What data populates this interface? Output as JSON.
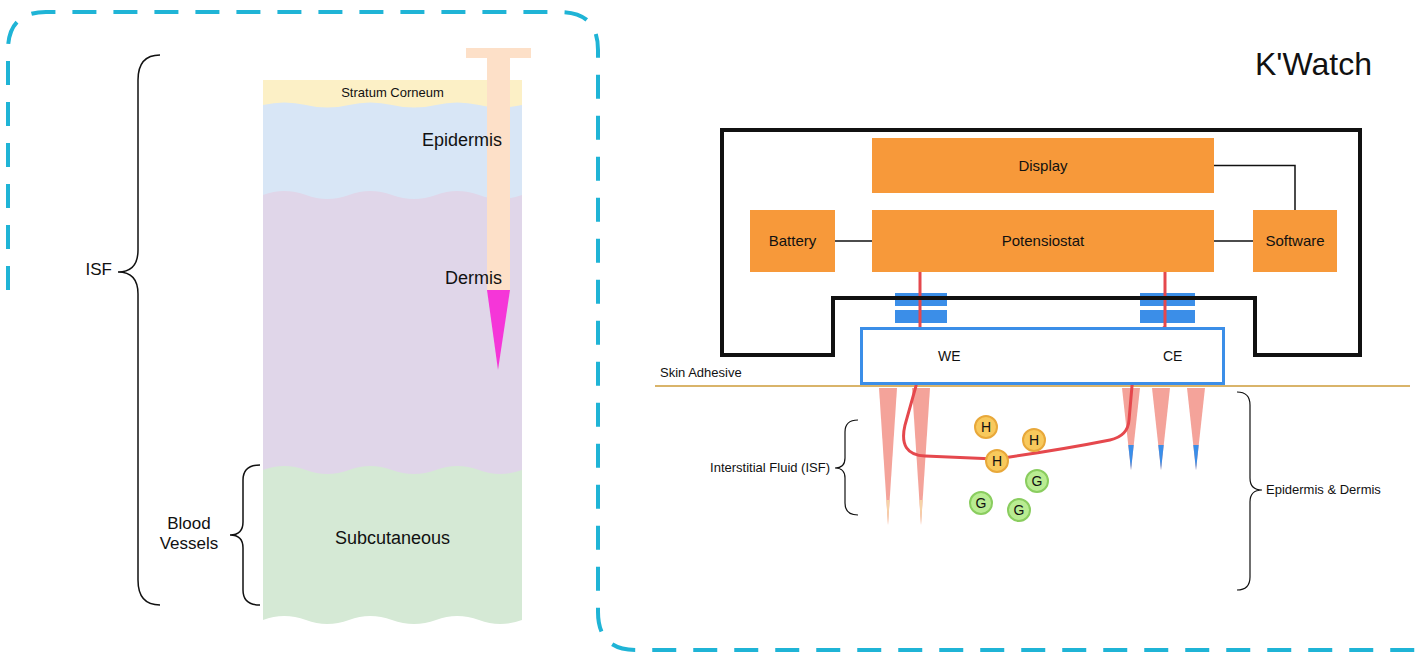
{
  "diagram": {
    "nodes": [
      {
        "text": [
          "Stratum Corneum"
        ]
      },
      {
        "text": [
          "Epidermis"
        ]
      },
      {
        "text": [
          "Dermis"
        ]
      },
      {
        "text": [
          "Subcutaneous"
        ]
      },
      {
        "text": [
          "K'Watch"
        ]
      },
      {
        "text": [
          "Display"
        ],
        "in": 4
      },
      {
        "text": [
          "Battery"
        ],
        "in": 4
      },
      {
        "text": [
          "Potensiostat"
        ],
        "in": 4
      },
      {
        "text": [
          "Software"
        ],
        "in": 4
      },
      {
        "text": [
          "WE",
          "CE"
        ]
      },
      {
        "text": [
          "H"
        ]
      },
      {
        "text": [
          "H"
        ]
      },
      {
        "text": [
          "H"
        ]
      },
      {
        "text": [
          "G"
        ]
      },
      {
        "text": [
          "G"
        ]
      },
      {
        "text": [
          "G"
        ]
      }
    ],
    "edges": [
      {
        "from": 6,
        "to": 7,
        "arrow": "none"
      },
      {
        "from": 7,
        "to": 8,
        "arrow": "none"
      },
      {
        "from": 8,
        "to": 5,
        "arrow": "none"
      },
      {
        "from": 7,
        "to": 9,
        "arrow": "none"
      },
      {
        "from": 7,
        "to": 9,
        "arrow": "none"
      }
    ],
    "labels": [
      "ISF",
      "Blood Vessels",
      "Skin Adhesive",
      "Interstitial Fluid (ISF)",
      "Epidermis & Dermis"
    ]
  }
}
